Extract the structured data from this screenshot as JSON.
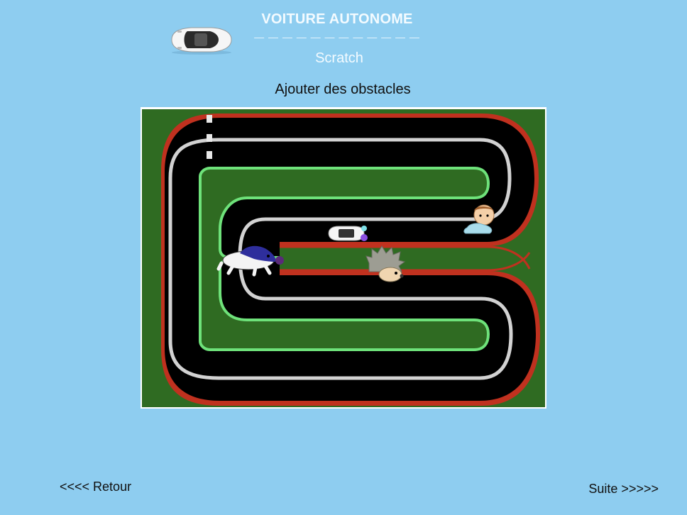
{
  "header": {
    "title": "VOITURE AUTONOME",
    "divider": "— — — — — — — — — — — —",
    "subtitle": "Scratch"
  },
  "page": {
    "heading": "Ajouter des obstacles"
  },
  "track": {
    "icons": [
      "car-icon",
      "dog-icon",
      "hedgehog-icon",
      "baby-icon"
    ],
    "colors": {
      "grass": "#2f6b22",
      "road": "#000000",
      "outer_border": "#c0311f",
      "inner_line": "#d2d2d2",
      "green_line": "#6ee27a"
    }
  },
  "nav": {
    "back_label": "<<<< Retour",
    "next_label": "Suite >>>>>"
  }
}
